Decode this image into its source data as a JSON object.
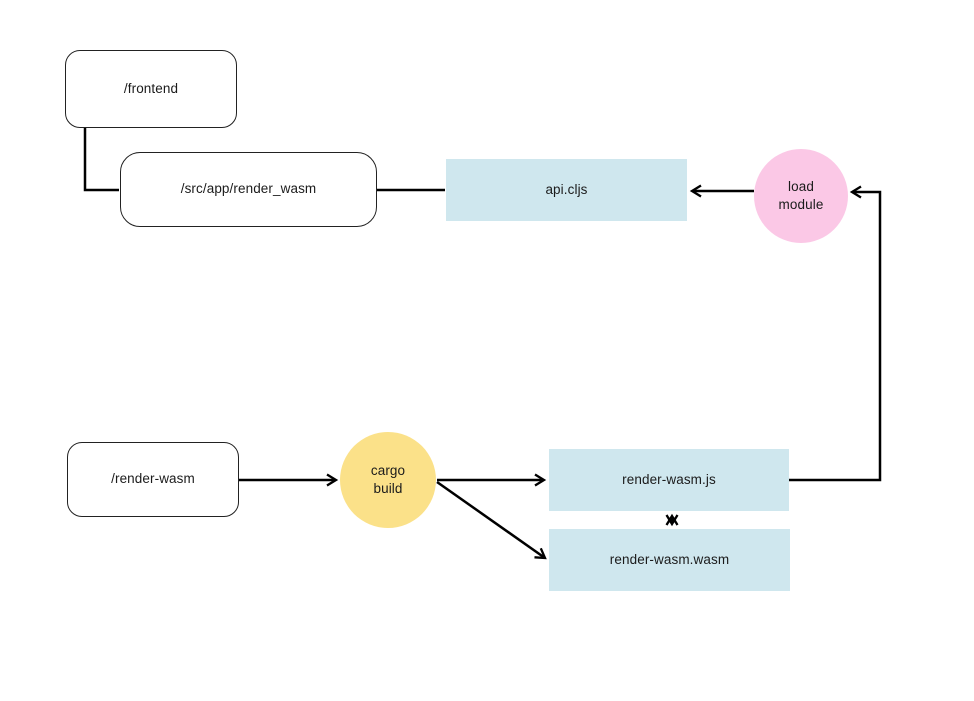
{
  "nodes": {
    "frontend": {
      "label": "/frontend"
    },
    "src_app": {
      "label": "/src/app/render_wasm"
    },
    "api_cljs": {
      "label": "api.cljs"
    },
    "load_module": {
      "line1": "load",
      "line2": "module"
    },
    "render_wasm_dir": {
      "label": "/render-wasm"
    },
    "cargo_build": {
      "line1": "cargo",
      "line2": "build"
    },
    "render_wasm_js": {
      "label": "render-wasm.js"
    },
    "render_wasm_wasm": {
      "label": "render-wasm.wasm"
    }
  },
  "colors": {
    "node_blue": "#cfe7ee",
    "node_pink": "#fbc8e6",
    "node_yellow": "#fbe189",
    "line": "#000000",
    "canvas": "#ffffff"
  }
}
